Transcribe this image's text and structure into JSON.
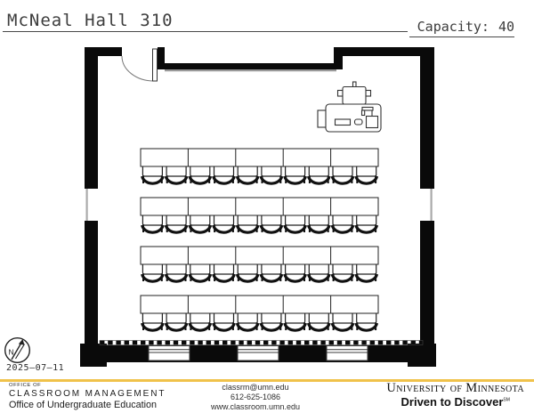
{
  "header": {
    "title": "McNeal Hall 310",
    "capacity_label": "Capacity:",
    "capacity_value": "40"
  },
  "floorplan": {
    "seating": {
      "rows": 4,
      "tables_per_row": 5,
      "chairs_per_table": 2,
      "total_chairs": 40
    },
    "icons": {
      "north_arrow": "north-arrow-icon",
      "entry_door": "door-swing-icon",
      "instructor_console": "instructor-console-icon",
      "projector": "projector-icon",
      "document_camera": "document-camera-icon",
      "keyboard": "keyboard-icon",
      "mouse": "mouse-icon",
      "whiteboard": "whiteboard-dashed-strip"
    },
    "north_label": "N"
  },
  "footer": {
    "date": "2025–07–11",
    "office": {
      "line1": "OFFICE OF",
      "line2": "CLASSROOM MANAGEMENT",
      "line3": "Office of Undergraduate Education"
    },
    "contact": {
      "email": "classrm@umn.edu",
      "phone": "612-625-1086",
      "web": "www.classroom.umn.edu"
    },
    "umn": {
      "wordmark": "University of Minnesota",
      "tagline": "Driven to Discover",
      "sm": "SM"
    }
  },
  "colors": {
    "gold": "#F0C24A",
    "wall": "#0a0a0a",
    "line": "#222222"
  }
}
